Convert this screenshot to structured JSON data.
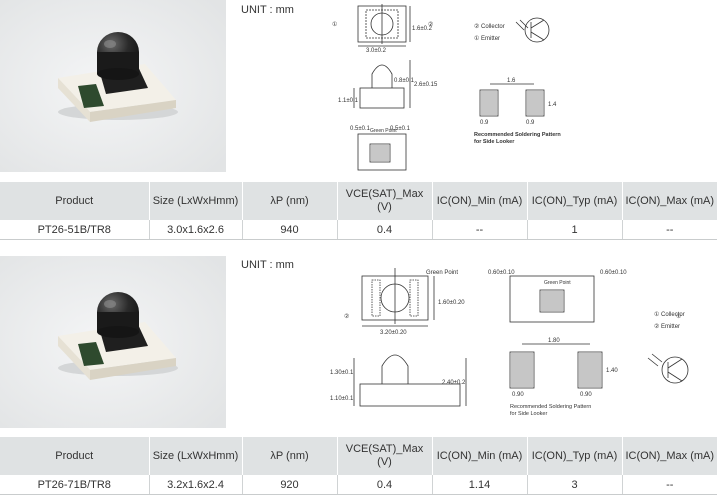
{
  "products": [
    {
      "unit": "UNIT : mm",
      "drawing": {
        "dims": {
          "length": "3.0±0.2",
          "width": "1.6±0.2",
          "height_total": "2.6±0.15",
          "lens": "0.8±0.1",
          "body": "1.1±0.1",
          "top_left": "0.5±0.1",
          "top_right": "0.5±0.1",
          "pad_gap": "1.6",
          "pad_w1": "0.9",
          "pad_w2": "0.9",
          "pad_h": "1.4"
        },
        "pin1": "①",
        "pin2": "②",
        "legend_collector": "② Collector",
        "legend_emitter": "① Emitter",
        "green_point": "Green Point",
        "soldering": "Recommended Soldering Pattern",
        "side_looker": "for Side Looker"
      },
      "table": {
        "headers": [
          "Product",
          "Size (LxWxHmm)",
          "λP (nm)",
          "VCE(SAT)_Max (V)",
          "IC(ON)_Min (mA)",
          "IC(ON)_Typ (mA)",
          "IC(ON)_Max (mA)"
        ],
        "row": [
          "PT26-51B/TR8",
          "3.0x1.6x2.6",
          "940",
          "0.4",
          "--",
          "1",
          "--"
        ]
      }
    },
    {
      "unit": "UNIT : mm",
      "drawing": {
        "dims": {
          "length": "3.20±0.20",
          "width": "1.60±0.20",
          "height_total": "2.40±0.2",
          "lens": "1.30±0.1",
          "body": "1.10±0.1",
          "top_left": "0.60±0.10",
          "top_right": "0.60±0.10",
          "pad_gap": "1.80",
          "pad_w1": "0.90",
          "pad_w2": "0.90",
          "pad_h": "1.40"
        },
        "pin1": "①",
        "pin2": "②",
        "legend_collector": "① Collector",
        "legend_emitter": "② Emitter",
        "green_point": "Green Point",
        "soldering": "Recommended Soldering Pattern",
        "side_looker": "for Side Looker"
      },
      "table": {
        "headers": [
          "Product",
          "Size (LxWxHmm)",
          "λP (nm)",
          "VCE(SAT)_Max (V)",
          "IC(ON)_Min (mA)",
          "IC(ON)_Typ (mA)",
          "IC(ON)_Max (mA)"
        ],
        "row": [
          "PT26-71B/TR8",
          "3.2x1.6x2.4",
          "920",
          "0.4",
          "1.14",
          "3",
          "--"
        ]
      }
    }
  ]
}
